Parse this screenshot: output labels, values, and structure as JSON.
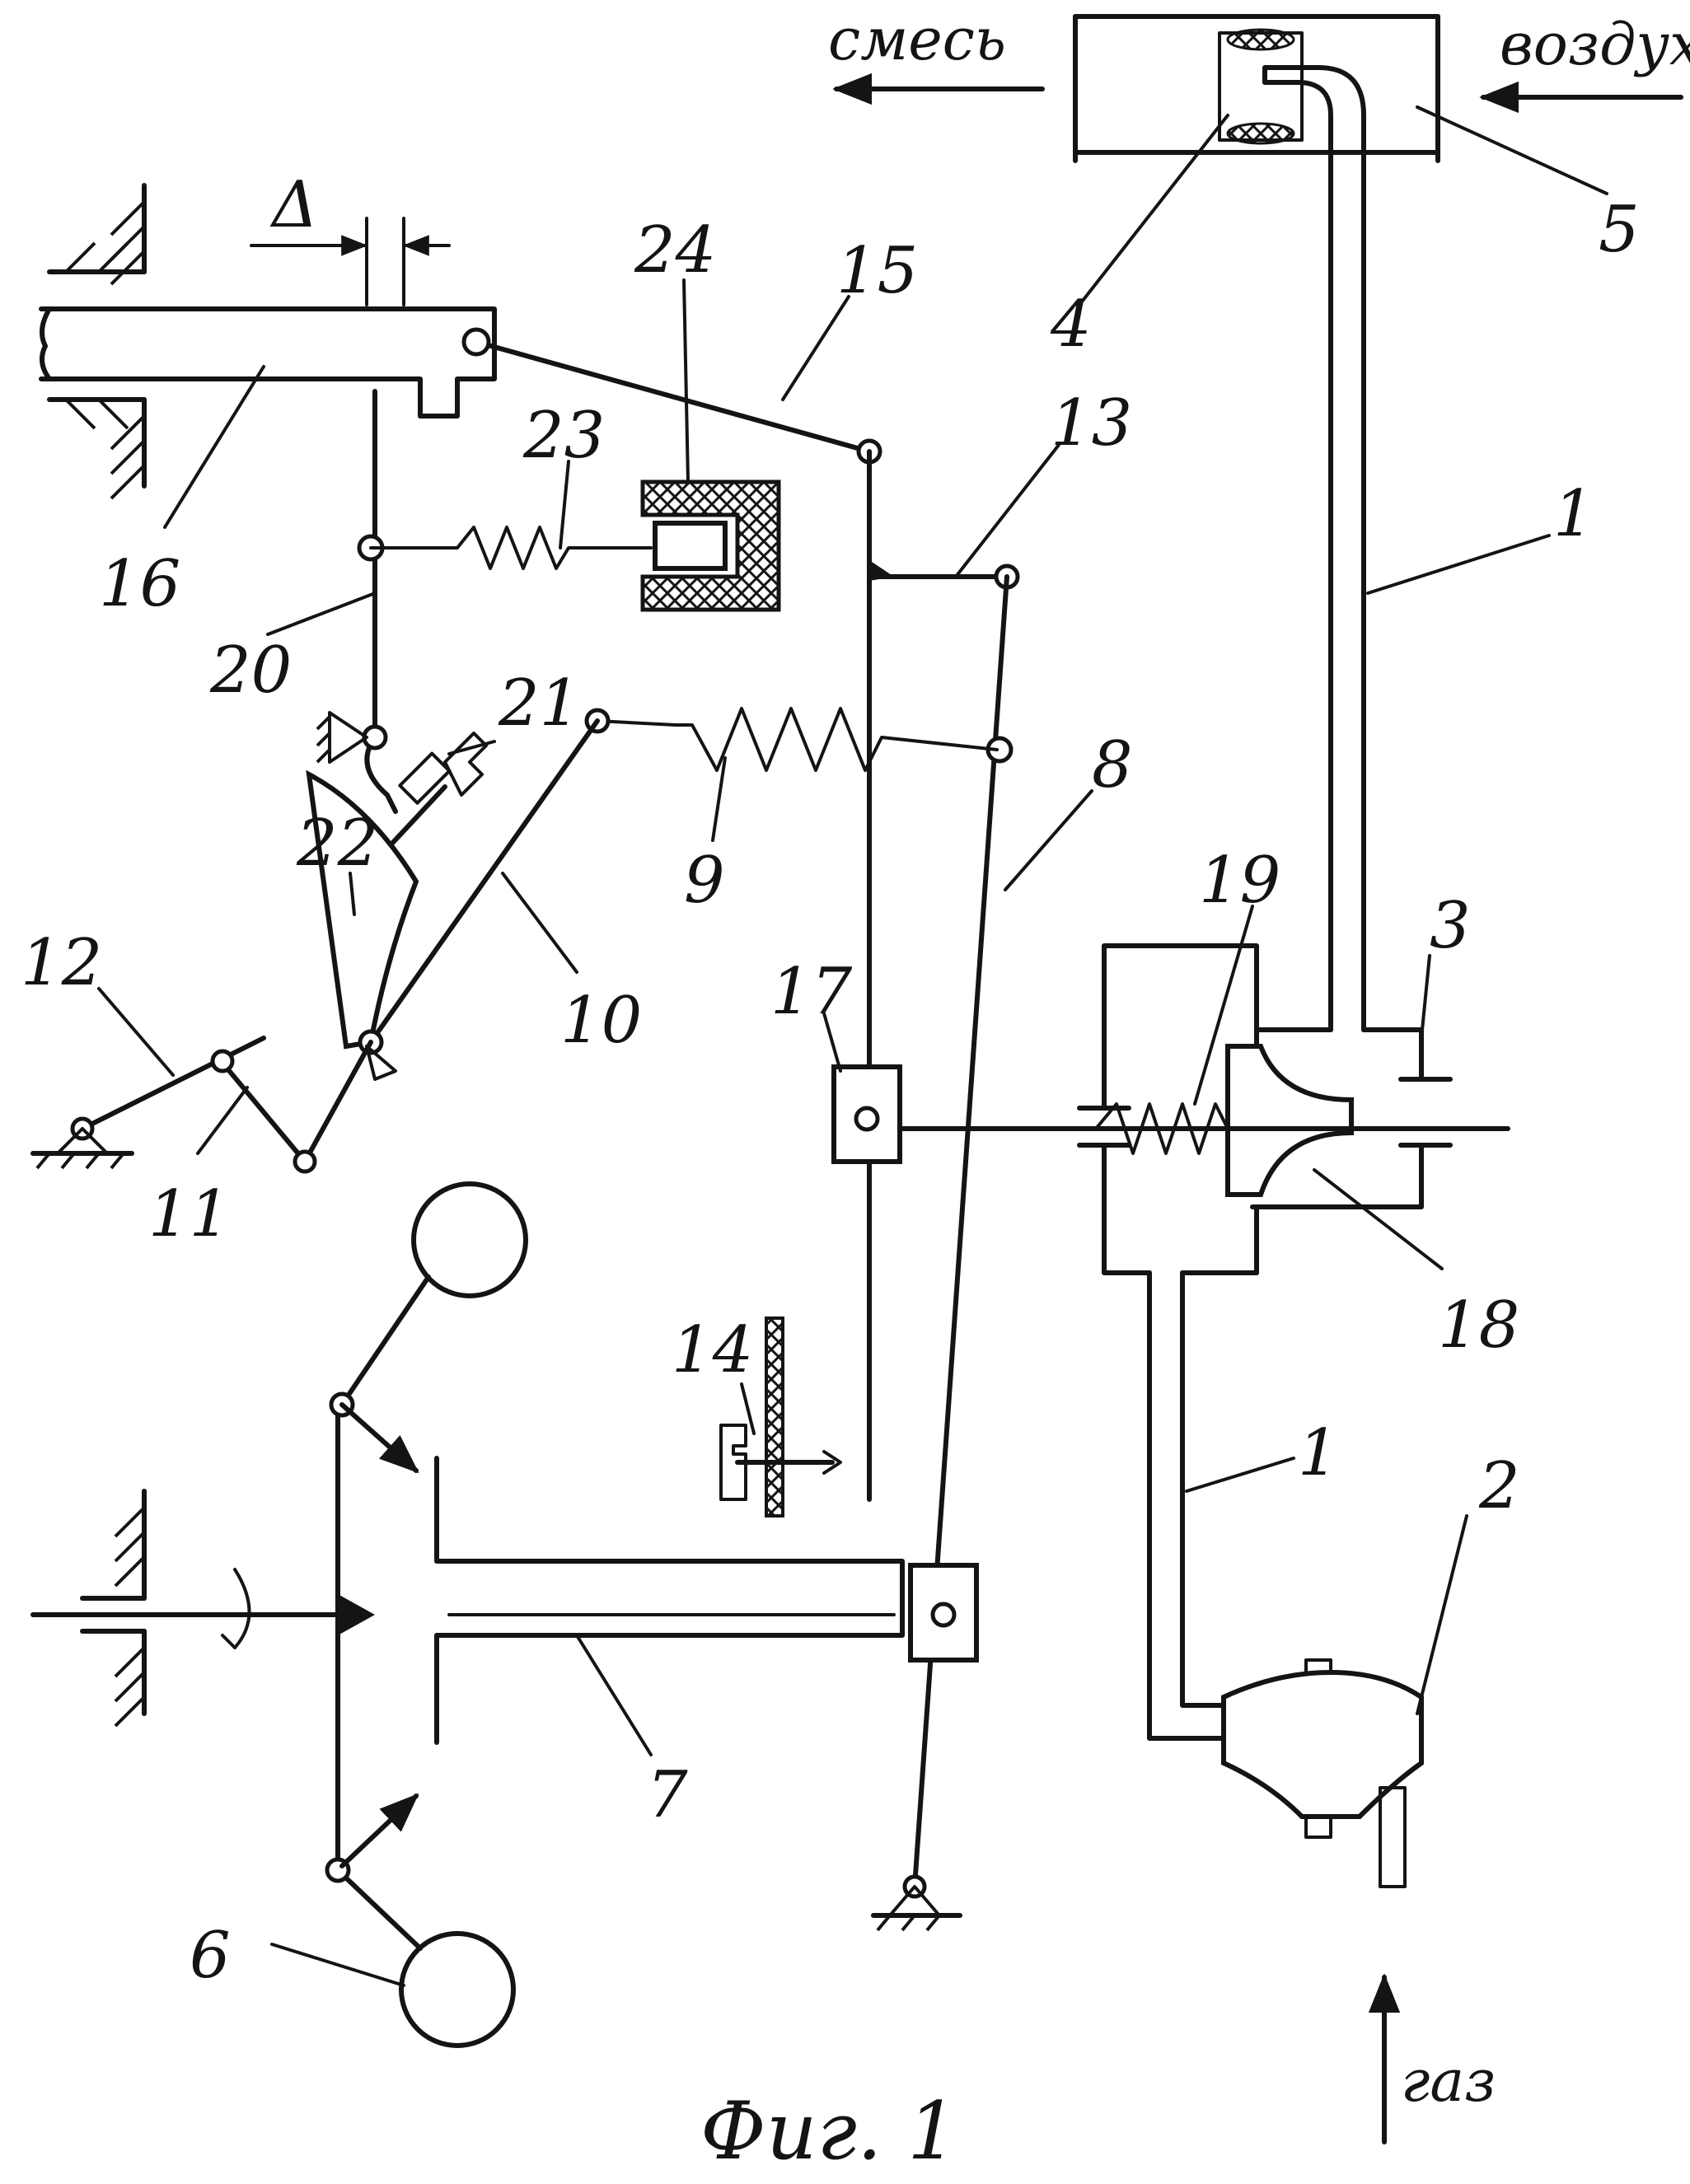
{
  "caption": "Фиг. 1",
  "flow_labels": {
    "mixture": "смесь",
    "air": "воздух",
    "gas": "газ"
  },
  "gap_symbol": "Δ",
  "parts": {
    "p1": "1",
    "p2": "2",
    "p3": "3",
    "p4": "4",
    "p5": "5",
    "p6": "6",
    "p7": "7",
    "p8": "8",
    "p9": "9",
    "p10": "10",
    "p11": "11",
    "p12": "12",
    "p13": "13",
    "p14": "14",
    "p15": "15",
    "p16": "16",
    "p17": "17",
    "p18": "18",
    "p19": "19",
    "p20": "20",
    "p21": "21",
    "p22": "22",
    "p23": "23",
    "p24": "24"
  },
  "colors": {
    "ink": "#141414",
    "paper": "#ffffff"
  }
}
